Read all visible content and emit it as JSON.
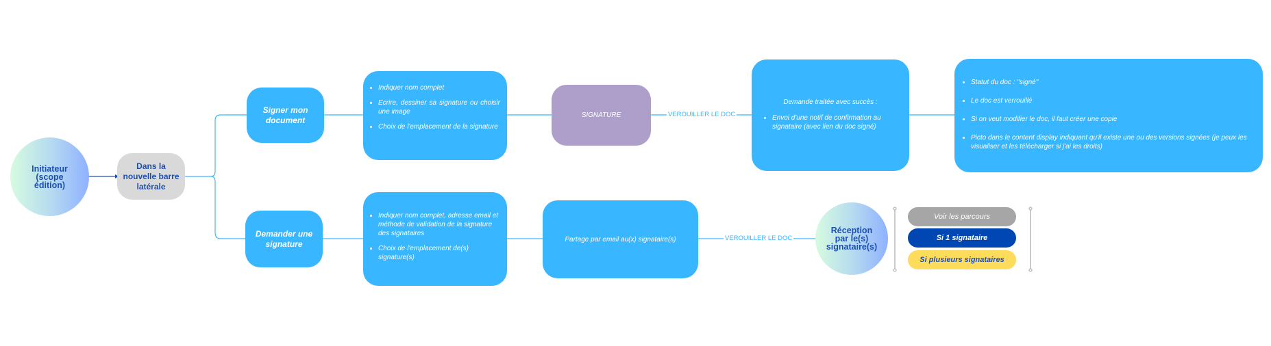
{
  "nodes": {
    "initiateur": "Initiateur\n(scope\nédition)",
    "barre_laterale": "Dans la\nnouvelle barre\nlatérale",
    "signer": "Signer mon\ndocument",
    "demander": "Demander une\nsignature",
    "signature": "SIGNATURE",
    "partage": "Partage par email au(x) signataire(s)",
    "demande_traitee": "Demande traitée avec succès :",
    "reception": "Réception\npar le(s)\nsignataire(s)"
  },
  "details_signer": [
    "Indiquer nom complet",
    "Ecrire, dessiner sa signature ou choisir une image",
    "Choix de l'emplacement de la signature"
  ],
  "details_demander": [
    "Indiquer nom complet, adresse email et méthode de validation de la signature des signataires",
    "Choix de l'emplacement de(s) signature(s)"
  ],
  "confirmation_items": [
    "Envoi d'une notif de confirmation au signataire (avec lien du doc signé)"
  ],
  "statut_items": [
    "Statut du doc : \"signé\"",
    "Le doc est verrouillé",
    "Si on veut modifier le doc, il faut créer une copie",
    "Picto dans le content display indiquant qu'il existe une ou des versions signées (je peux les visualiser et les télécharger si j'ai les droits)"
  ],
  "edge_labels": {
    "top": "VEROUILLER LE DOC",
    "bottom": "VEROUILLER LE DOC"
  },
  "reception_options": [
    {
      "label": "Voir les parcours",
      "color": "#a6a6a6"
    },
    {
      "label": "Si 1 signataire",
      "color": "#0047b3"
    },
    {
      "label": "Si plusieurs signataires",
      "color": "#fddc5c"
    }
  ],
  "colors": {
    "box_blue": "#38b6ff",
    "signature_purple": "#ad9fca",
    "text_navy": "#1d4fb3",
    "connector": "#38b6ff"
  }
}
